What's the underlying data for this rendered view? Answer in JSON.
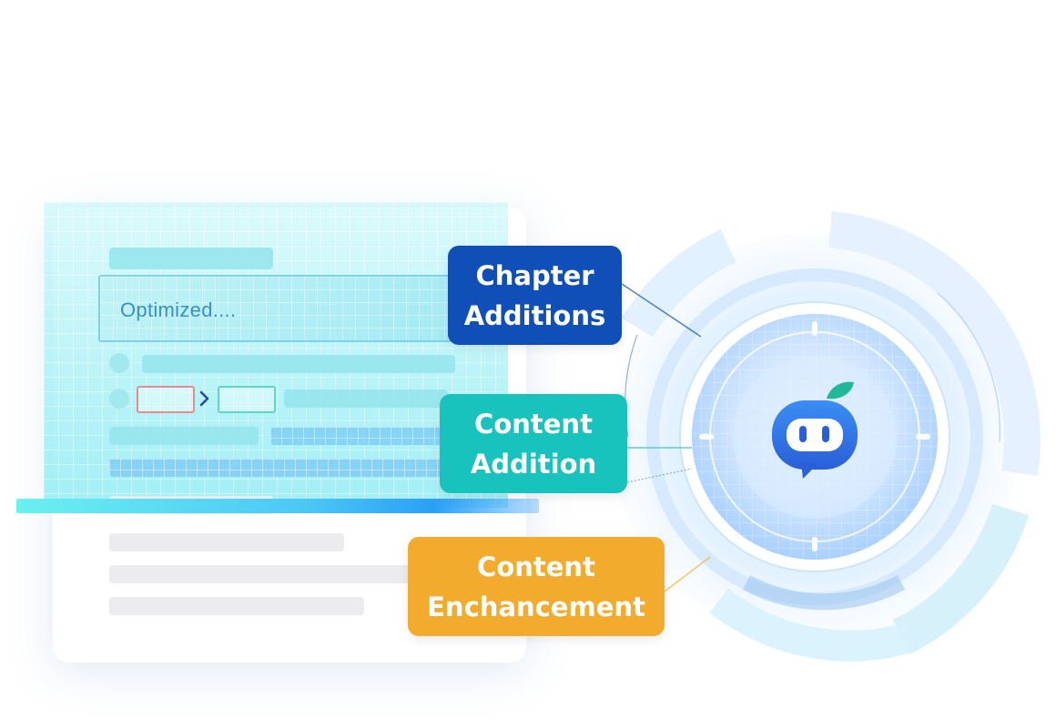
{
  "document": {
    "status_text": "Optimized...."
  },
  "tags": {
    "chapter_line1": "Chapter",
    "chapter_line2": "Additions",
    "content_add_line1": "Content",
    "content_add_line2": "Addition",
    "enhance_line1": "Content",
    "enhance_line2": "Enchancement"
  },
  "colors": {
    "chapter_tag": "#0f4fb7",
    "content_addition_tag": "#18c3be",
    "content_enhancement_tag": "#f2ab2c",
    "scan_accent": "#4cc8f4"
  },
  "icons": {
    "assistant": "robot-chat-bubble-icon"
  }
}
